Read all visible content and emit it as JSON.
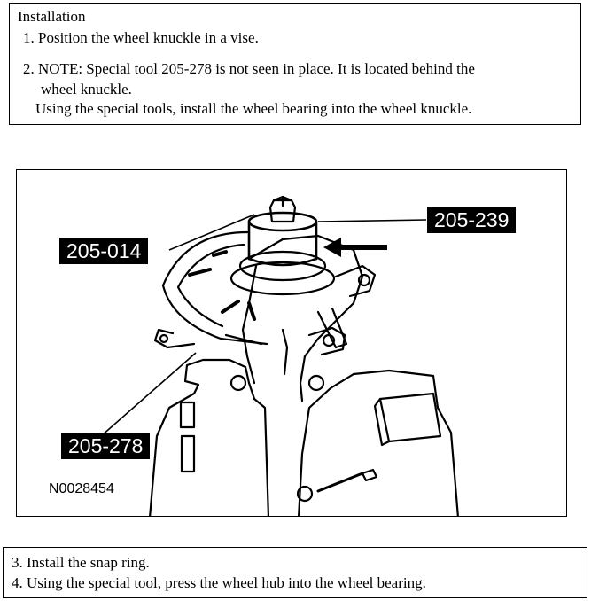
{
  "installation": {
    "heading": "Installation",
    "step1": "1. Position the wheel knuckle in a vise.",
    "step2_line1": "2. NOTE: Special tool 205-278 is not seen in place. It is located behind the",
    "step2_line2": "wheel knuckle.",
    "step2_line3": "Using the special tools, install the wheel bearing into the wheel knuckle."
  },
  "figure": {
    "callouts": {
      "tool_205_239": "205-239",
      "tool_205_014": "205-014",
      "tool_205_278": "205-278"
    },
    "figure_id": "N0028454"
  },
  "continuation": {
    "step3": "3. Install the snap ring.",
    "step4": "4. Using the special tool, press the wheel hub into the wheel bearing."
  }
}
